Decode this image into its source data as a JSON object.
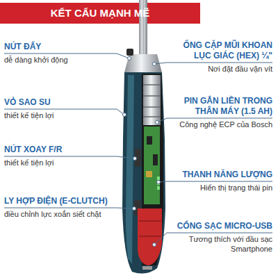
{
  "diagram": {
    "title": "KẾT CẤU MẠNH MẼ",
    "labels": [
      "NÚT ĐẨY",
      "dễ dàng khởi động",
      "VỎ SAO SU",
      "thiết kế tiện lợi",
      "NÚT XOAY F/R",
      "thiết kế tiện lợi",
      "LY HỢP ĐIỆN (E-CLUTCH)",
      "điều chỉnh lực xoắn siết chặt",
      "ỐNG CẶP MŨI KHOAN LỤC GIÁC (HEX) ¼\"",
      "Nơi đặt đầu vặn vít",
      "PIN GẮN LIỀN TRONG THÂN MÁY (1.5 AH)",
      "Công nghệ ECP của Bosch",
      "THANH NĂNG LƯỢNG",
      "Hiển thị trạng thái pin",
      "CỔNG SẠC MICRO-USB",
      "Tương thích với đầu sạc Smartphone"
    ]
  }
}
